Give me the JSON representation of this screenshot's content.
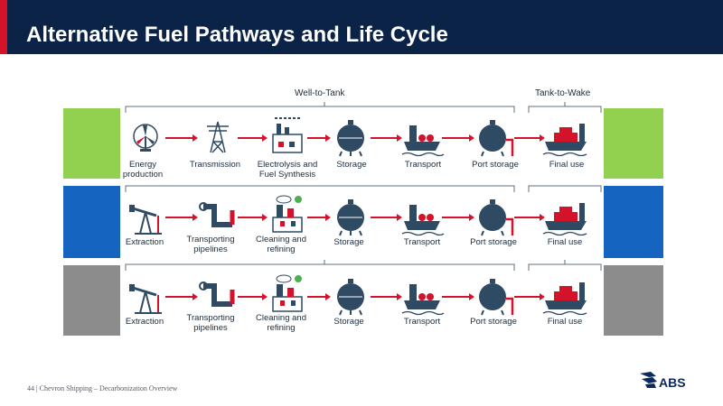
{
  "title": "Alternative Fuel Pathways and Life Cycle",
  "headers": {
    "well_to_tank": "Well-to-Tank",
    "tank_to_wake": "Tank-to-Wake"
  },
  "rows": [
    {
      "color": "#92d050",
      "steps": [
        {
          "label": "Energy production",
          "icon": "wind-turbine-icon"
        },
        {
          "label": "Transmission",
          "icon": "transmission-tower-icon"
        },
        {
          "label": "Electrolysis and Fuel Synthesis",
          "icon": "synthesis-plant-icon"
        },
        {
          "label": "Storage",
          "icon": "storage-tank-icon"
        },
        {
          "label": "Transport",
          "icon": "tanker-ship-icon"
        },
        {
          "label": "Port storage",
          "icon": "port-storage-tank-icon"
        },
        {
          "label": "Final use",
          "icon": "cargo-ship-icon"
        }
      ]
    },
    {
      "color": "#1565c0",
      "steps": [
        {
          "label": "Extraction",
          "icon": "pump-jack-icon"
        },
        {
          "label": "Transporting pipelines",
          "icon": "pipeline-icon"
        },
        {
          "label": "Cleaning and refining",
          "icon": "refinery-icon"
        },
        {
          "label": "Storage",
          "icon": "storage-tank-icon"
        },
        {
          "label": "Transport",
          "icon": "tanker-ship-icon"
        },
        {
          "label": "Port storage",
          "icon": "port-storage-tank-icon"
        },
        {
          "label": "Final use",
          "icon": "cargo-ship-icon"
        }
      ]
    },
    {
      "color": "#8c8c8c",
      "steps": [
        {
          "label": "Extraction",
          "icon": "pump-jack-icon"
        },
        {
          "label": "Transporting pipelines",
          "icon": "pipeline-icon"
        },
        {
          "label": "Cleaning and refining",
          "icon": "refinery-icon"
        },
        {
          "label": "Storage",
          "icon": "storage-tank-icon"
        },
        {
          "label": "Transport",
          "icon": "tanker-ship-icon"
        },
        {
          "label": "Port storage",
          "icon": "port-storage-tank-icon"
        },
        {
          "label": "Final use",
          "icon": "cargo-ship-icon"
        }
      ]
    }
  ],
  "footer": {
    "page": "44",
    "text": "Chevron Shipping – Decarbonization Overview"
  },
  "logo": {
    "text": "ABS",
    "color": "#0c2a5e"
  },
  "colors": {
    "title_bar": "#0c2348",
    "accent": "#d4122a",
    "arrow": "#d4122a",
    "icon": "#2f4a63"
  }
}
